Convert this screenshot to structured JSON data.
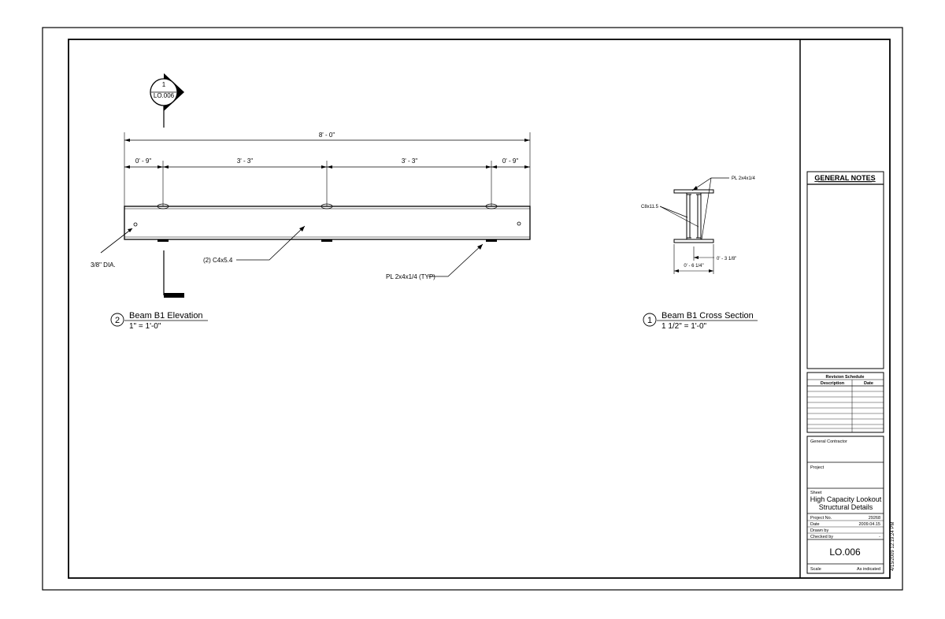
{
  "section_marker": {
    "number": "1",
    "sheet": "LO.006"
  },
  "elevation": {
    "overall_dim": "8' - 0\"",
    "dims": [
      "0' - 9\"",
      "3' - 3\"",
      "3' - 3\"",
      "0' - 9\""
    ],
    "label_channel": "(2) C4x5.4",
    "label_plate": "PL 2x4x1/4 (TYP)",
    "label_hole": "3/8\" DIA.",
    "title_number": "2",
    "title": "Beam B1 Elevation",
    "scale": "1\" = 1'-0\""
  },
  "cross_section": {
    "label_plate": "PL 2x4x1/4",
    "label_channel": "C8x11.5",
    "dim_small": "0' - 3 1/8\"",
    "dim_width": "0' - 6 1/4\"",
    "title_number": "1",
    "title": "Beam B1 Cross Section",
    "scale": "1 1/2\" = 1'-0\""
  },
  "general_notes": {
    "title": "GENERAL NOTES"
  },
  "revision_schedule": {
    "title": "Revision Schedule",
    "col_description": "Description",
    "col_date": "Date"
  },
  "title_block": {
    "general_contractor_label": "General Contractor",
    "project_label": "Project",
    "sheet_label": "Sheet",
    "sheet_title_line1": "High Capacity Lookout",
    "sheet_title_line2": "Structural Details",
    "project_no_label": "Project No.",
    "project_no": "29268",
    "date_label": "Date",
    "date": "2009.04.15",
    "drawn_by_label": "Drawn by",
    "checked_by_label": "Checked by",
    "checked_by_value": "-",
    "sheet_number": "LO.006",
    "scale_label": "Scale",
    "scale_value": "As indicated"
  },
  "print_stamp": "4/15/2009 12:19:24 PM"
}
